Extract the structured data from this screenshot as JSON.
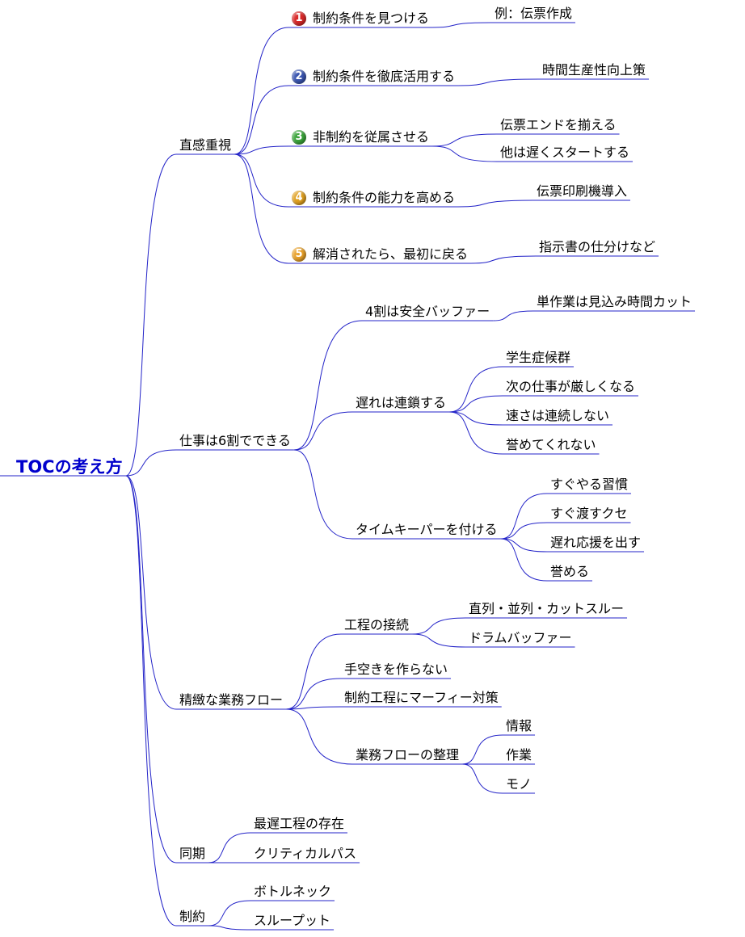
{
  "root": "TOCの考え方",
  "colors": {
    "line": "#2323c8",
    "text": "#000000",
    "root_text": "#0000cc"
  },
  "branches": [
    {
      "label": "直感重視",
      "children": [
        {
          "badge": {
            "num": "1",
            "color": "#d82828"
          },
          "label": "制約条件を見つける",
          "children": [
            {
              "label": "例：伝票作成"
            }
          ]
        },
        {
          "badge": {
            "num": "2",
            "color": "#3a55b0"
          },
          "label": "制約条件を徹底活用する",
          "children": [
            {
              "label": "時間生産性向上策"
            }
          ]
        },
        {
          "badge": {
            "num": "3",
            "color": "#3aa43a"
          },
          "label": "非制約を従属させる",
          "children": [
            {
              "label": "伝票エンドを揃える"
            },
            {
              "label": "他は遅くスタートする"
            }
          ]
        },
        {
          "badge": {
            "num": "4",
            "color": "#e0a020"
          },
          "label": "制約条件の能力を高める",
          "children": [
            {
              "label": "伝票印刷機導入"
            }
          ]
        },
        {
          "badge": {
            "num": "5",
            "color": "#e8a028"
          },
          "label": "解消されたら、最初に戻る",
          "children": [
            {
              "label": "指示書の仕分けなど"
            }
          ]
        }
      ]
    },
    {
      "label": "仕事は6割でできる",
      "children": [
        {
          "label": "4割は安全バッファー",
          "children": [
            {
              "label": "単作業は見込み時間カット"
            }
          ]
        },
        {
          "label": "遅れは連鎖する",
          "children": [
            {
              "label": "学生症候群"
            },
            {
              "label": "次の仕事が厳しくなる"
            },
            {
              "label": "速さは連続しない"
            },
            {
              "label": "誉めてくれない"
            }
          ]
        },
        {
          "label": "タイムキーパーを付ける",
          "children": [
            {
              "label": "すぐやる習慣"
            },
            {
              "label": "すぐ渡すクセ"
            },
            {
              "label": "遅れ応援を出す"
            },
            {
              "label": "誉める"
            }
          ]
        }
      ]
    },
    {
      "label": "精緻な業務フロー",
      "children": [
        {
          "label": "工程の接続",
          "children": [
            {
              "label": "直列・並列・カットスルー"
            },
            {
              "label": "ドラムバッファー"
            }
          ]
        },
        {
          "label": "手空きを作らない",
          "children": []
        },
        {
          "label": "制約工程にマーフィー対策",
          "children": []
        },
        {
          "label": "業務フローの整理",
          "children": [
            {
              "label": "情報"
            },
            {
              "label": "作業"
            },
            {
              "label": "モノ"
            }
          ]
        }
      ]
    },
    {
      "label": "同期",
      "children": [
        {
          "label": "最遅工程の存在"
        },
        {
          "label": "クリティカルパス"
        }
      ]
    },
    {
      "label": "制約",
      "children": [
        {
          "label": "ボトルネック"
        },
        {
          "label": "スループット"
        }
      ]
    }
  ]
}
